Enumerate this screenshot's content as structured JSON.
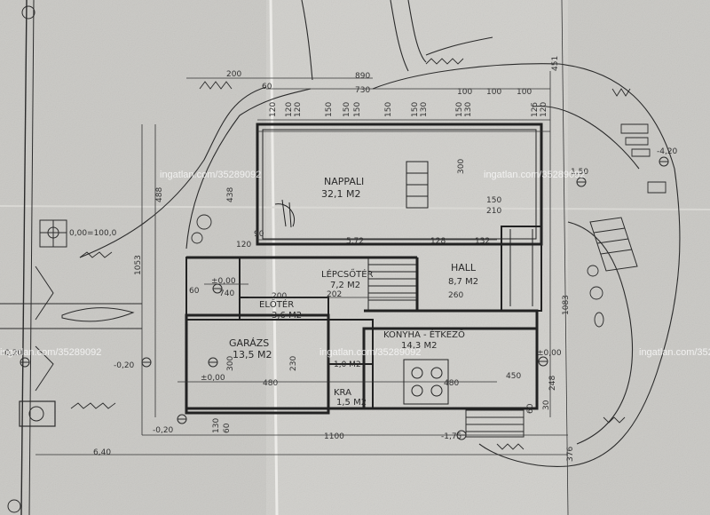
{
  "colors": {
    "paper": "#c9c8c4",
    "ink": "#2b2b2b",
    "fold": "#e8e7e3"
  },
  "rooms": [
    {
      "id": "nappali",
      "name": "NAPPALI",
      "area": "32,1  M2"
    },
    {
      "id": "lepcsoter",
      "name": "LÉPCSŐTÉR",
      "area": "7,2 M2"
    },
    {
      "id": "hall",
      "name": "HALL",
      "area": "8,7 M2"
    },
    {
      "id": "eloter",
      "name": "ELŐTÉR",
      "area": "3,6 M2"
    },
    {
      "id": "garazs",
      "name": "GARÁZS",
      "area": "13,5  M2"
    },
    {
      "id": "konyha",
      "name": "KONYHA - ÉTKEZŐ",
      "area": "14,3  M2"
    },
    {
      "id": "kamra",
      "name": "",
      "area": "1,0 M2"
    },
    {
      "id": "wc",
      "name": "KRA",
      "area": "1,5 M2"
    }
  ],
  "levels": [
    "±0,00",
    "±0,00",
    "±0,00",
    "-0,20",
    "-0,20",
    "-0,20",
    "-1,75",
    "-4,20",
    "1,50",
    "0,00=100,0"
  ],
  "dimensions": [
    "200",
    "60",
    "890",
    "730",
    "451",
    "100",
    "100",
    "100",
    "150",
    "120",
    "150",
    "150",
    "130",
    "150",
    "130",
    "150",
    "150",
    "120",
    "125",
    "120",
    "120",
    "438",
    "488",
    "1053",
    "5,72",
    "128",
    "132",
    "120",
    "90",
    "60",
    "740",
    "200",
    "202",
    "260",
    "300",
    "150",
    "210",
    "300",
    "480",
    "480",
    "450",
    "230",
    "130",
    "60",
    "1100",
    "6,40",
    "376",
    "248",
    "1083",
    "30",
    "60"
  ],
  "watermark": "ingatlan.com/35289092"
}
